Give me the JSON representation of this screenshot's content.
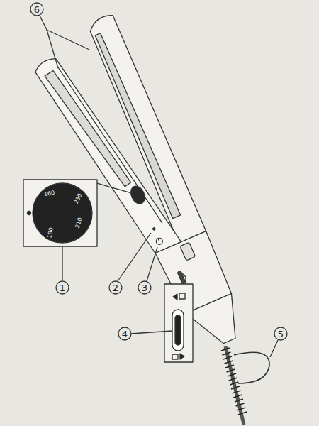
{
  "diagram": {
    "labels": [
      "6",
      "160",
      "230",
      "210",
      "180",
      "1",
      "2",
      "3",
      "4",
      "5"
    ]
  }
}
